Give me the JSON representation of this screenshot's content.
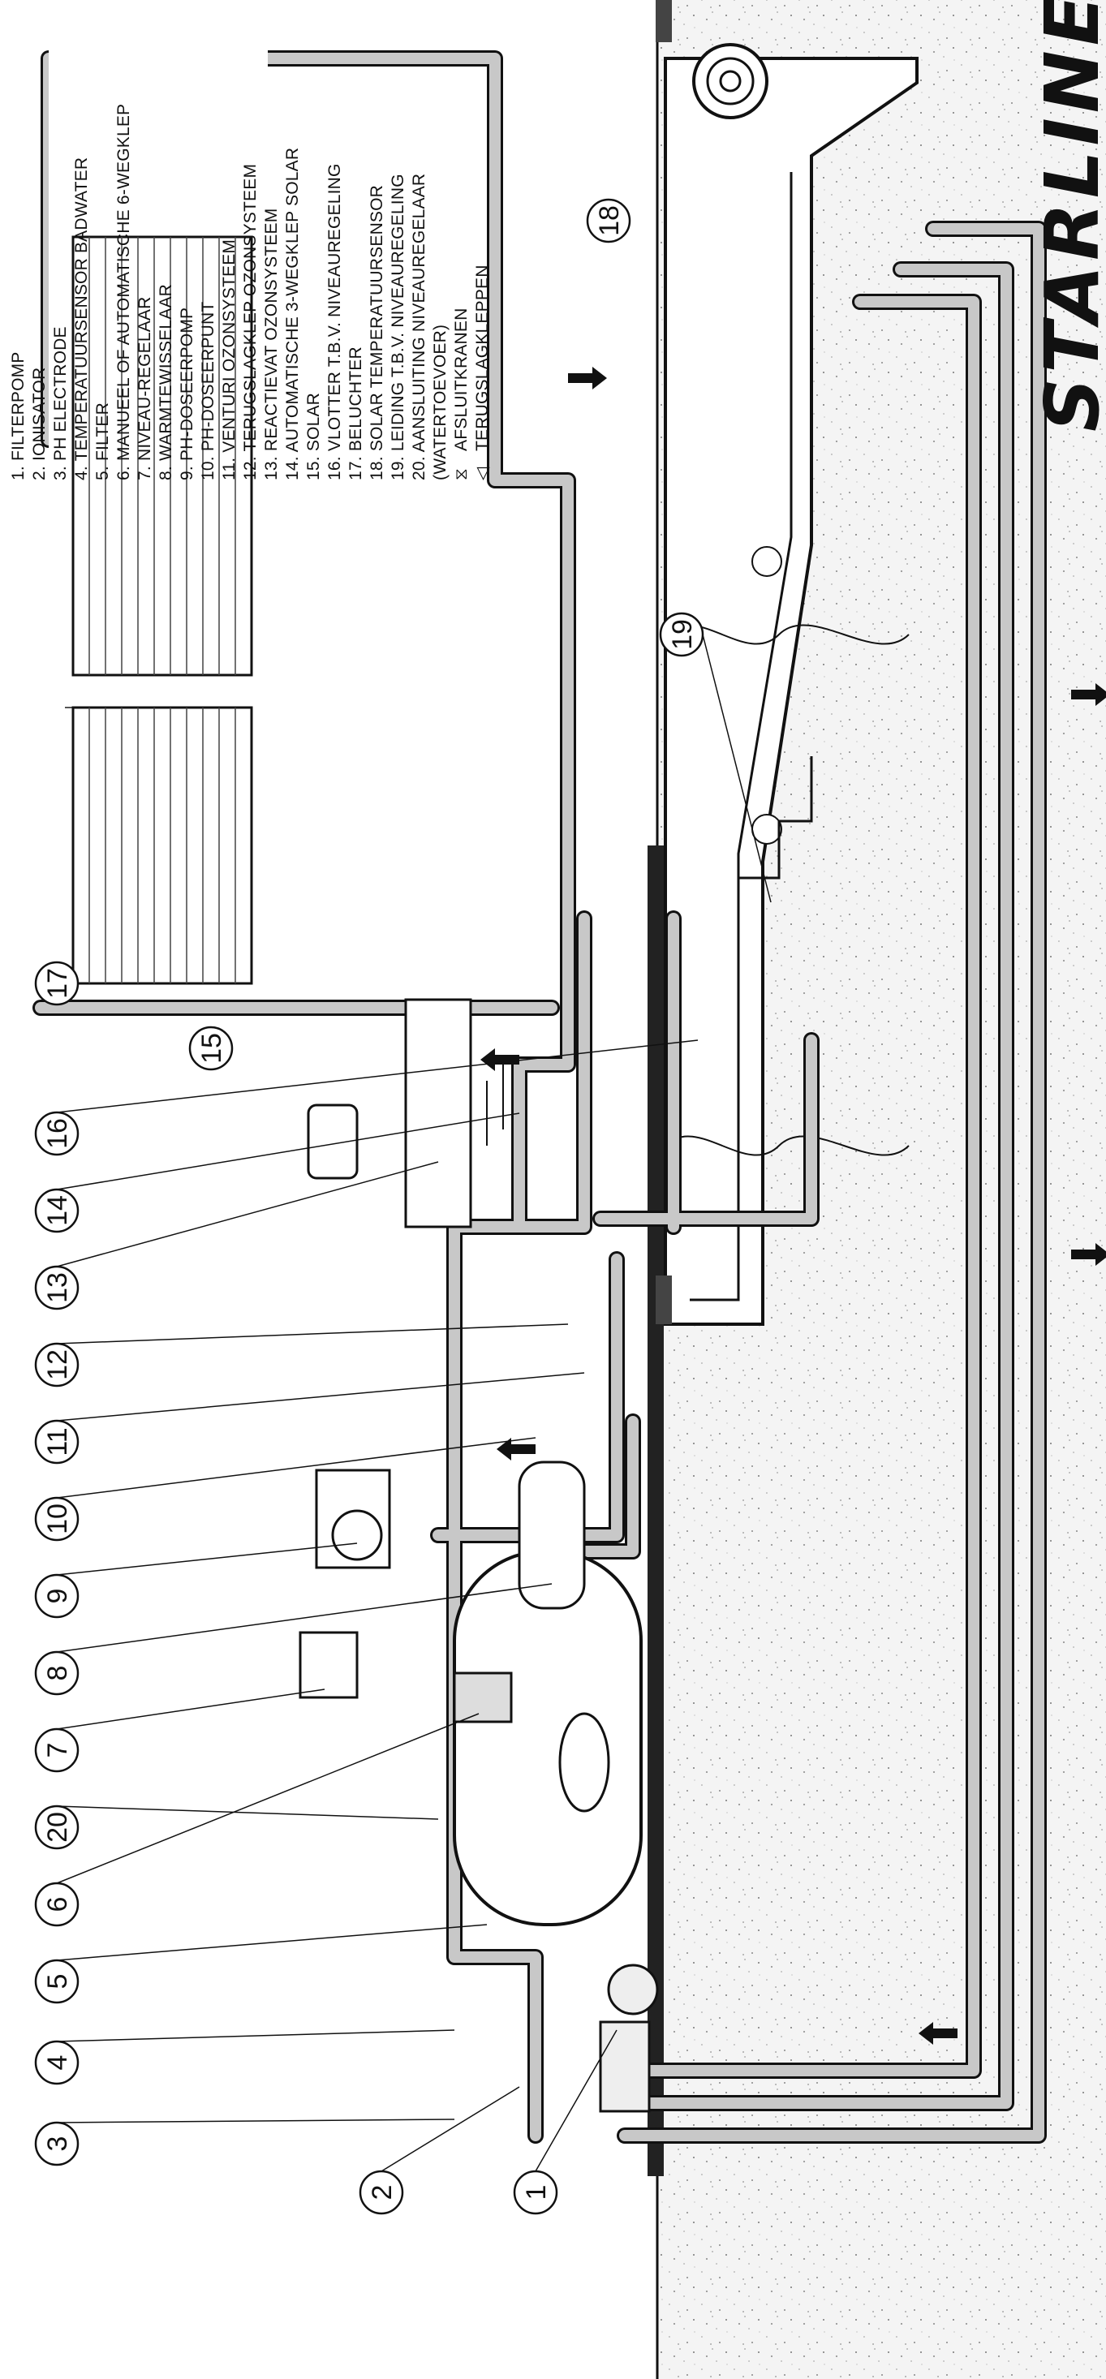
{
  "brand": "STARLINE",
  "legend": [
    "1. FILTERPOMP",
    "2. IONISATOR",
    "3. PH ELECTRODE",
    "4. TEMPERATUURSENSOR BADWATER",
    "5. FILTER",
    "6. MANUEEL OF AUTOMATISCHE 6-WEGKLEP",
    "7. NIVEAU-REGELAAR",
    "8. WARMTEWISSELAAR",
    "9. PH-DOSEERPOMP",
    "10. PH-DOSEERPUNT",
    "11. VENTURI OZONSYSTEEM",
    "12. TERUGSLAGKLEP OZONSYSTEEM",
    "13. REACTIEVAT OZONSYSTEEM",
    "14. AUTOMATISCHE 3-WEGKLEP SOLAR",
    "15. SOLAR",
    "16. VLOTTER T.B.V. NIVEAUREGELING",
    "17. BELUCHTER",
    "18. SOLAR TEMPERATUURSENSOR",
    "19. LEIDING T.B.V. NIVEAUREGELING",
    "20. AANSLUITING NIVEAUREGELAAR",
    "(WATERTOEVOER)"
  ],
  "symbols": {
    "valve": "AFSLUITKRANEN",
    "check": "TERUGSLAGKLEPPEN"
  },
  "callouts": [
    "1",
    "2",
    "3",
    "4",
    "5",
    "6",
    "20",
    "7",
    "8",
    "9",
    "10",
    "11",
    "12",
    "13",
    "14",
    "16",
    "15",
    "17",
    "18",
    "19"
  ],
  "colors": {
    "pipe": "#c8c8c8",
    "line": "#111111",
    "ground": "#f2f2f2"
  }
}
